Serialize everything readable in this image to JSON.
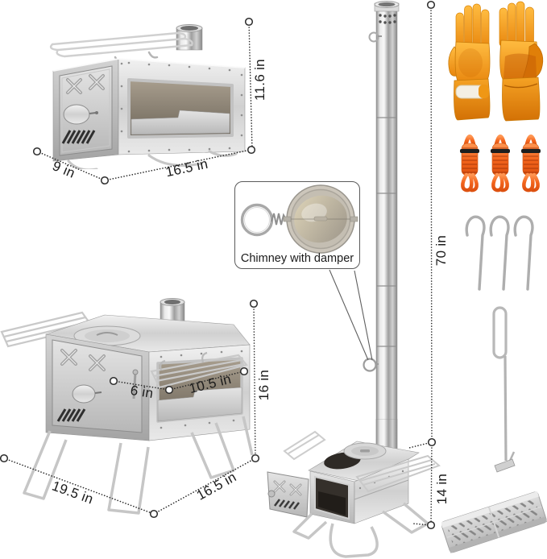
{
  "product": {
    "annotations": {
      "closed_stove": {
        "height": "11.6 in",
        "depth": "9 in",
        "width": "16.5 in"
      },
      "open_stove": {
        "glass_width": "6 in",
        "window_width": "10.5 in",
        "height": "16 in",
        "width": "19.5 in",
        "depth": "16.5 in"
      },
      "assembled_stove": {
        "chimney_height": "70 in",
        "stove_height": "14 in"
      },
      "inset_caption": "Chimney with damper"
    },
    "colors": {
      "background": "#ffffff",
      "annotation_ink": "#2b2b2b",
      "steel": "#cfcfcf",
      "glove_orange": "#f09a1d",
      "rope_orange": "#f3641c"
    }
  }
}
